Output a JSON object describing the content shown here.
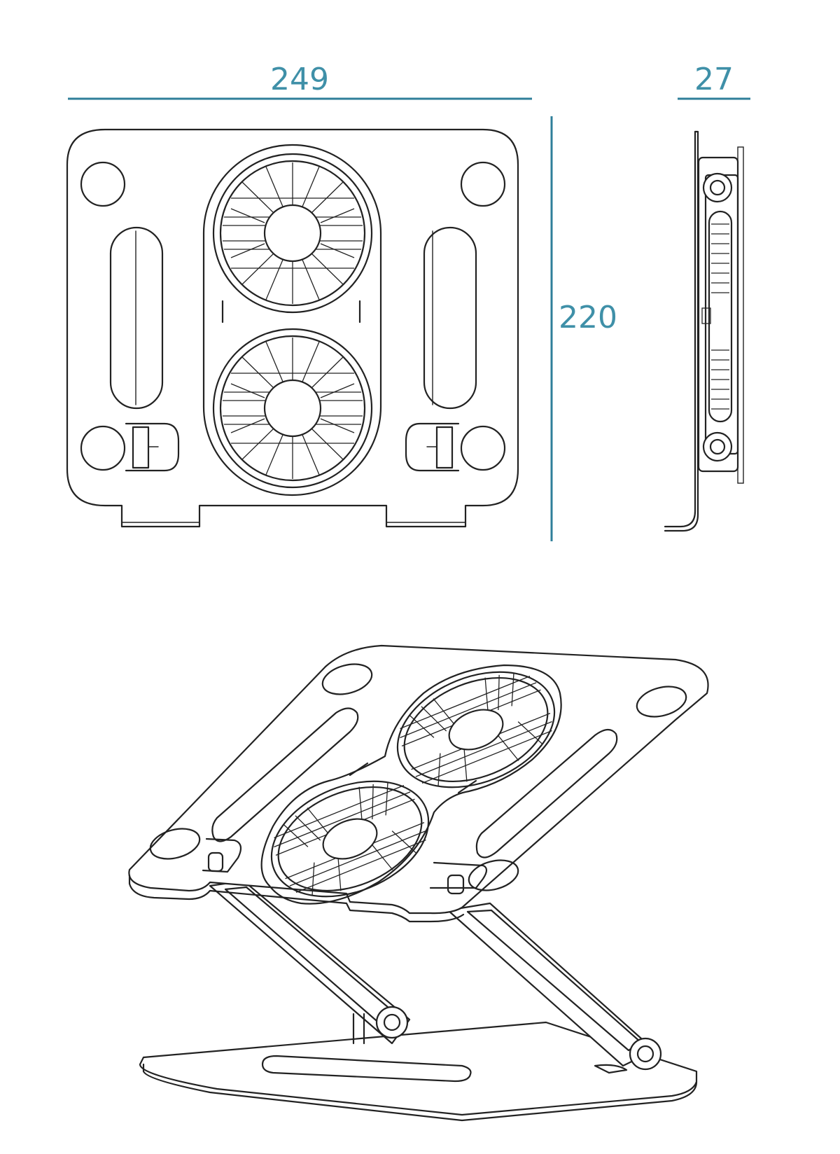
{
  "dimensions": {
    "width": "249",
    "depth": "27",
    "height": "220"
  },
  "colors": {
    "dimension": "#3f90a8",
    "outline": "#222222",
    "background": "#ffffff"
  }
}
